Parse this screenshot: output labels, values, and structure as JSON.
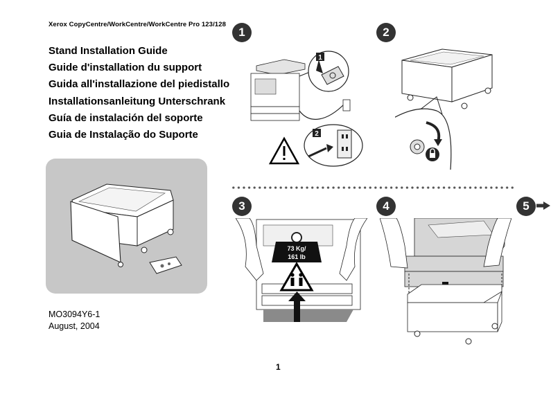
{
  "header": {
    "product_line": "Xerox CopyCentre/WorkCentre/WorkCentre Pro 123/128"
  },
  "titles": [
    "Stand Installation Guide",
    "Guide d'installation du support",
    "Guida all'installazione del piedistallo",
    "Installationsanleitung Unterschrank",
    "Guía de instalación del soporte",
    "Guia de Instalação do Suporte"
  ],
  "doc_info": {
    "doc_number": "MO3094Y6-1",
    "date": "August, 2004"
  },
  "steps": [
    {
      "number": "1",
      "sub_steps": [
        "1",
        "2"
      ]
    },
    {
      "number": "2"
    },
    {
      "number": "3",
      "weight_kg": "73 Kg/",
      "weight_lb": "161 lb"
    },
    {
      "number": "4"
    },
    {
      "number": "5"
    }
  ],
  "page_number": "1",
  "icons": [
    "power-switch-icon",
    "unplug-icon",
    "warning-icon",
    "lock-icon",
    "two-person-lift-icon",
    "weight-icon",
    "arrow-right-icon"
  ],
  "colors": {
    "badge": "#333333",
    "panel": "#c7c7c7",
    "shade": "#d6d6d6"
  }
}
